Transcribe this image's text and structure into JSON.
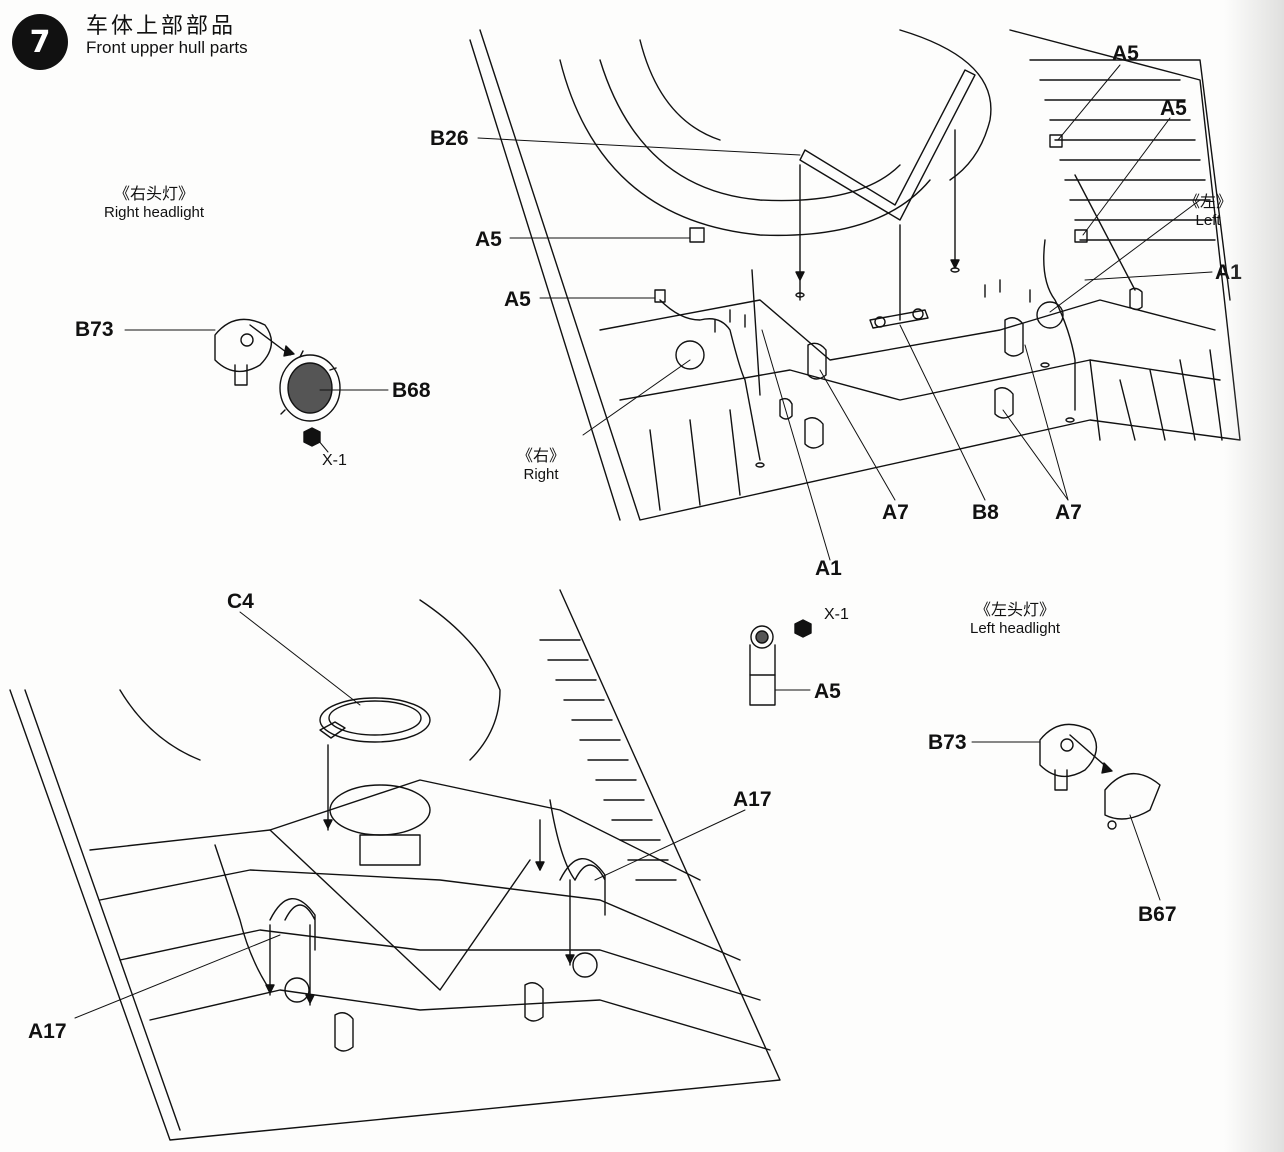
{
  "step": {
    "number": "7",
    "title_zh": "车体上部部品",
    "title_en": "Front upper hull parts"
  },
  "captions": {
    "right_headlight": {
      "zh": "《右头灯》",
      "en": "Right headlight"
    },
    "left_headlight": {
      "zh": "《左头灯》",
      "en": "Left headlight"
    },
    "right": {
      "zh": "《右》",
      "en": "Right"
    },
    "left": {
      "zh": "《左》",
      "en": "Left"
    }
  },
  "labels": {
    "b73_right": "B73",
    "b68": "B68",
    "x1_right": "X-1",
    "b26": "B26",
    "a5_1": "A5",
    "a5_2": "A5",
    "a5_3": "A5",
    "a5_4": "A5",
    "a1_right": "A1",
    "a7_1": "A7",
    "b8": "B8",
    "a7_2": "A7",
    "a1_bottom": "A1",
    "x1_center": "X-1",
    "a5_center": "A5",
    "c4": "C4",
    "a17_right": "A17",
    "a17_left": "A17",
    "b73_left": "B73",
    "b67": "B67"
  },
  "colors": {
    "ink": "#111111",
    "paper": "#fdfdfc",
    "lens": "#555555"
  }
}
